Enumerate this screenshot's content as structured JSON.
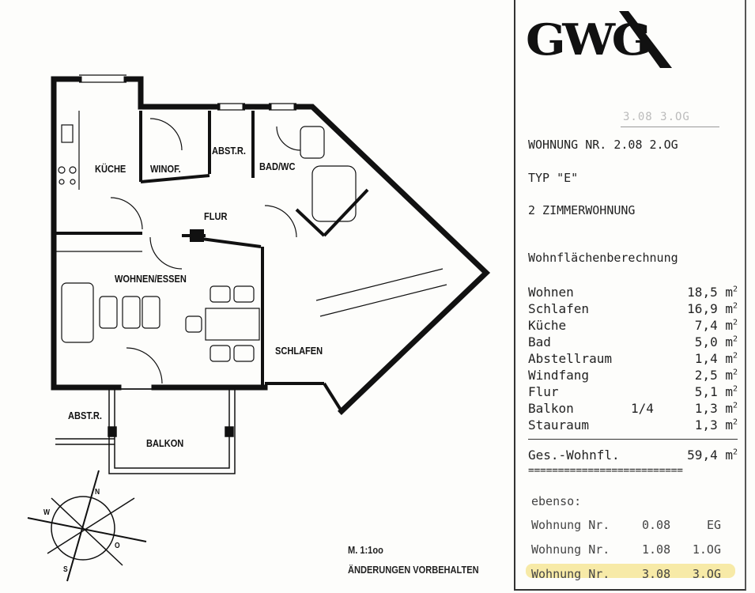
{
  "logo": {
    "text": "GWG"
  },
  "header": {
    "handwritten_correction": "3.08  3.OG",
    "apartment_line": "WOHNUNG NR. 2.08  2.OG",
    "type": "TYP \"E\"",
    "rooms": "2 ZIMMERWOHNUNG"
  },
  "area_calc": {
    "title": "Wohnflächenberechnung",
    "items": [
      {
        "name": "Wohnen",
        "factor": "",
        "value": "18,5 m",
        "unit_exp": "2"
      },
      {
        "name": "Schlafen",
        "factor": "",
        "value": "16,9 m",
        "unit_exp": "2"
      },
      {
        "name": "Küche",
        "factor": "",
        "value": "7,4 m",
        "unit_exp": "2"
      },
      {
        "name": "Bad",
        "factor": "",
        "value": "5,0 m",
        "unit_exp": "2"
      },
      {
        "name": "Abstellraum",
        "factor": "",
        "value": "1,4 m",
        "unit_exp": "2"
      },
      {
        "name": "Windfang",
        "factor": "",
        "value": "2,5 m",
        "unit_exp": "2"
      },
      {
        "name": "Flur",
        "factor": "",
        "value": "5,1 m",
        "unit_exp": "2"
      },
      {
        "name": "Balkon",
        "factor": "1/4",
        "value": "1,3 m",
        "unit_exp": "2"
      },
      {
        "name": "Stauraum",
        "factor": "",
        "value": "1,3 m",
        "unit_exp": "2"
      }
    ],
    "total_label": "Ges.-Wohnfl.",
    "total_value": "59,4 m",
    "total_exp": "2",
    "double_rule": "=========================="
  },
  "ebenso": {
    "title": "ebenso:",
    "items": [
      {
        "label": "Wohnung Nr.",
        "nr": "0.08",
        "floor": "EG"
      },
      {
        "label": "Wohnung Nr.",
        "nr": "1.08",
        "floor": "1.OG"
      },
      {
        "label": "Wohnung Nr.",
        "nr": "3.08",
        "floor": "3.OG",
        "highlighted": true
      }
    ],
    "highlight_color": "#f4e07a"
  },
  "plan": {
    "rooms": {
      "kueche": "KÜCHE",
      "winof": "WINOF.",
      "abstr_top": "ABST.R.",
      "bad": "BAD/WC",
      "flur": "FLUR",
      "wohnen": "WOHNEN/ESSEN",
      "schlafen": "SCHLAFEN",
      "abstr_bottom": "ABST.R.",
      "balkon": "BALKON"
    },
    "compass": {
      "n": "N",
      "w": "W",
      "o": "O",
      "s": "S"
    },
    "scale": "M. 1:1oo",
    "note": "ÄNDERUNGEN VORBEHALTEN"
  }
}
